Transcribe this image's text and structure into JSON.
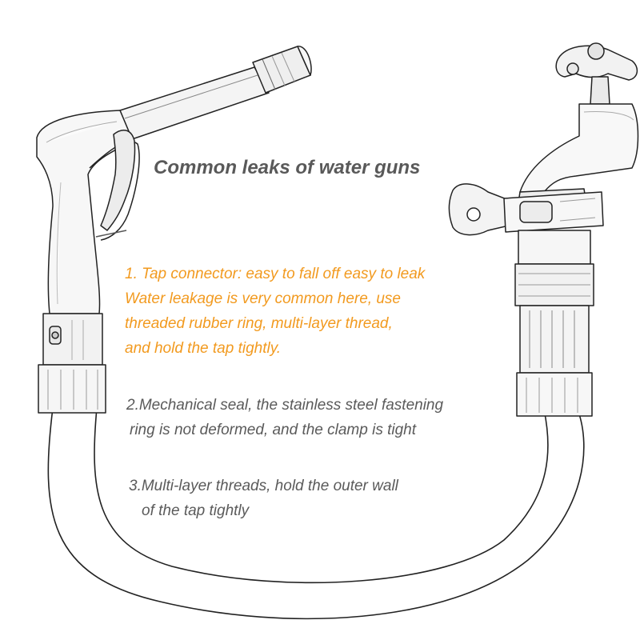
{
  "heading": {
    "title": "Common leaks of water guns"
  },
  "notes": [
    {
      "lines": [
        "1. Tap connector: easy to fall off easy to leak",
        "Water leakage is very common here, use",
        "threaded rubber ring, multi-layer thread,",
        "and hold the tap tightly."
      ]
    },
    {
      "lines": [
        "2.Mechanical seal, the stainless steel fastening",
        "ring is not deformed, and the clamp is tight"
      ]
    },
    {
      "lines": [
        "3.Multi-layer threads, hold the outer wall",
        "of the tap tightly"
      ]
    }
  ],
  "colors": {
    "highlight_text": "#f29a1f",
    "body_text": "#5a5a5a",
    "title_text": "#595959",
    "line_art": "#222222"
  },
  "illustration": {
    "objects": [
      "spray-gun-icon",
      "water-hose",
      "faucet-icon",
      "quick-connector",
      "hose-clamp"
    ]
  }
}
